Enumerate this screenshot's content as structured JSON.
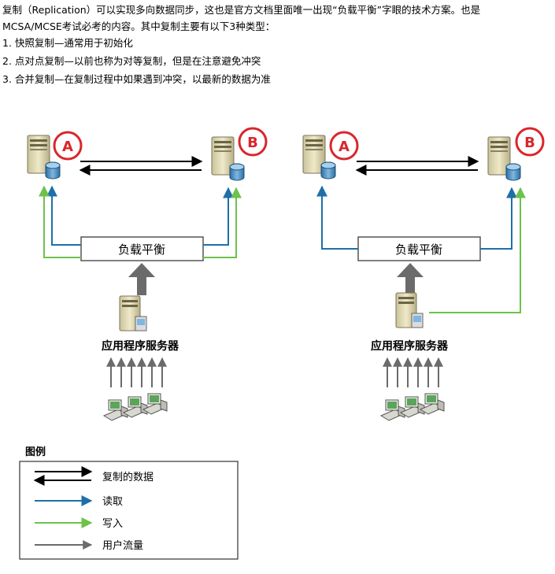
{
  "intro": {
    "line1": "复制（Replication）可以实现多向数据同步，这也是官方文档里面唯一出现“负载平衡”字眼的技术方案。也是",
    "line2": "MCSA/MCSE考试必考的内容。其中复制主要有以下3种类型：",
    "items": [
      "1. 快照复制—通常用于初始化",
      "2. 点对点复制—以前也称为对等复制，但是在注意避免冲突",
      "3. 合并复制—在复制过程中如果遇到冲突，以最新的数据为准"
    ]
  },
  "diagrams": [
    {
      "server_a": "A",
      "server_b": "B",
      "load_balancer": "负载平衡",
      "app_server": "应用程序服务器"
    },
    {
      "server_a": "A",
      "server_b": "B",
      "load_balancer": "负载平衡",
      "app_server": "应用程序服务器"
    }
  ],
  "legend": {
    "title": "图例",
    "items": [
      {
        "label": "复制的数据",
        "color": "#000000",
        "kind": "bidirectional"
      },
      {
        "label": "读取",
        "color": "#1f6fa8",
        "kind": "arrow"
      },
      {
        "label": "写入",
        "color": "#6cc24a",
        "kind": "arrow"
      },
      {
        "label": "用户流量",
        "color": "#6b6b6b",
        "kind": "arrow"
      }
    ]
  },
  "colors": {
    "read": "#1f6fa8",
    "write": "#6cc24a",
    "traffic": "#6b6b6b",
    "badge": "#d9262c"
  }
}
